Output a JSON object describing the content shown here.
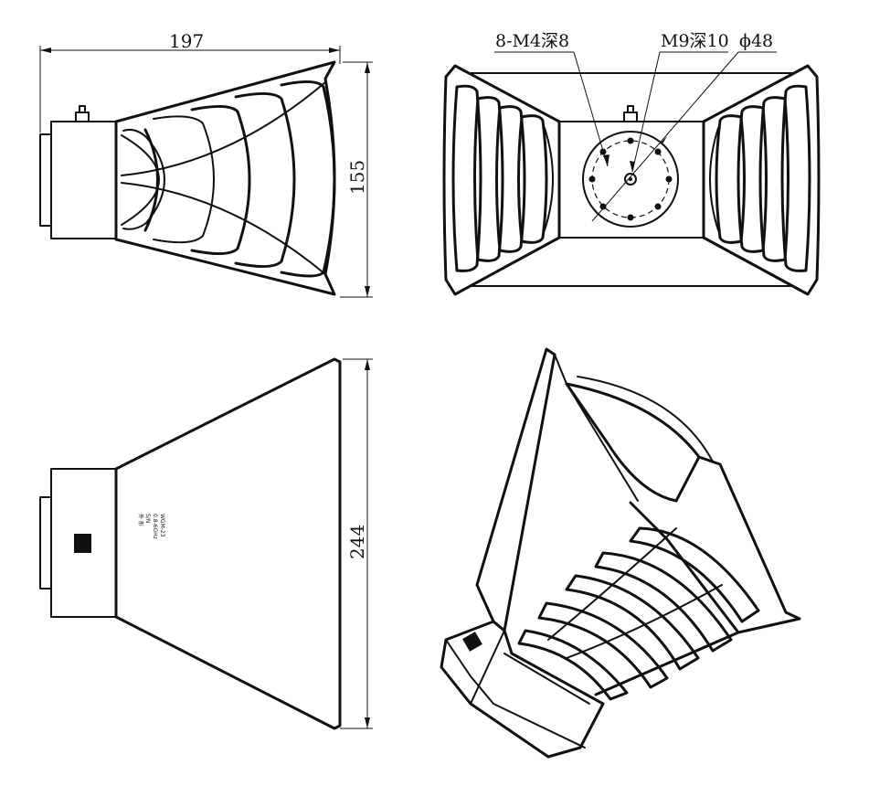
{
  "dimensions": {
    "length": "197",
    "height": "155",
    "width": "244"
  },
  "callouts": {
    "screw_holes": "8-M4深8",
    "center_thread": "M9深10",
    "circle_diameter": "ϕ48"
  },
  "nameplate": {
    "line1": "WGM-23",
    "line2": "0.8-6GHz",
    "line3": "S/N",
    "line4": "外 形"
  },
  "colors": {
    "line": "#111111",
    "background": "#ffffff"
  }
}
